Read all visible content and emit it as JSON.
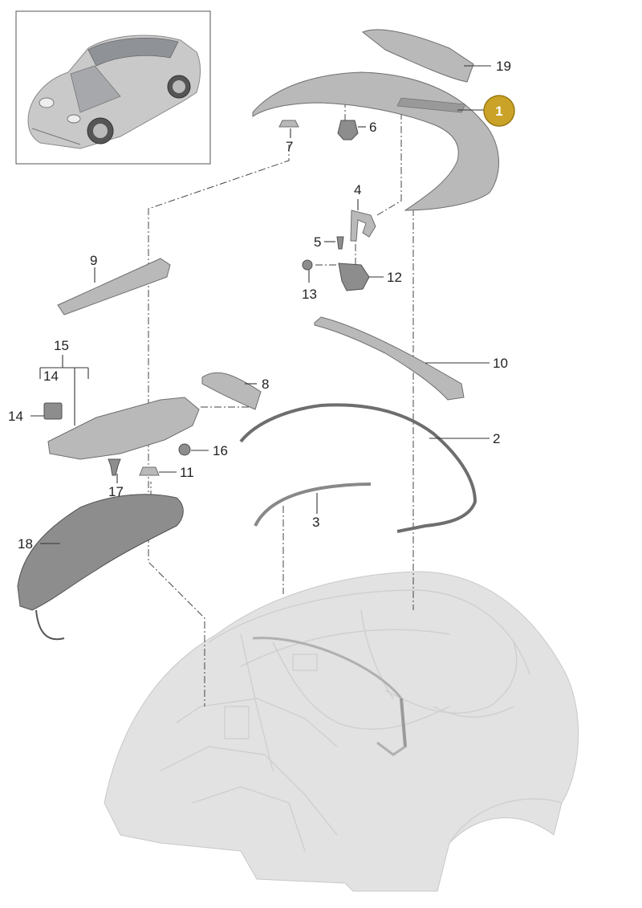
{
  "callouts": {
    "c1": "1",
    "c2": "2",
    "c3": "3",
    "c4": "4",
    "c5": "5",
    "c6": "6",
    "c7": "7",
    "c8": "8",
    "c9": "9",
    "c10": "10",
    "c11": "11",
    "c12": "12",
    "c13": "13",
    "c14a": "14",
    "c14b": "14",
    "c15": "15",
    "c16": "16",
    "c17": "17",
    "c18": "18",
    "c19": "19"
  },
  "colors": {
    "highlight_fill": "#c9a227",
    "highlight_stroke": "#9a7a12",
    "part_fill": "#b9b9b9",
    "ghost_fill": "#e2e2e2"
  }
}
